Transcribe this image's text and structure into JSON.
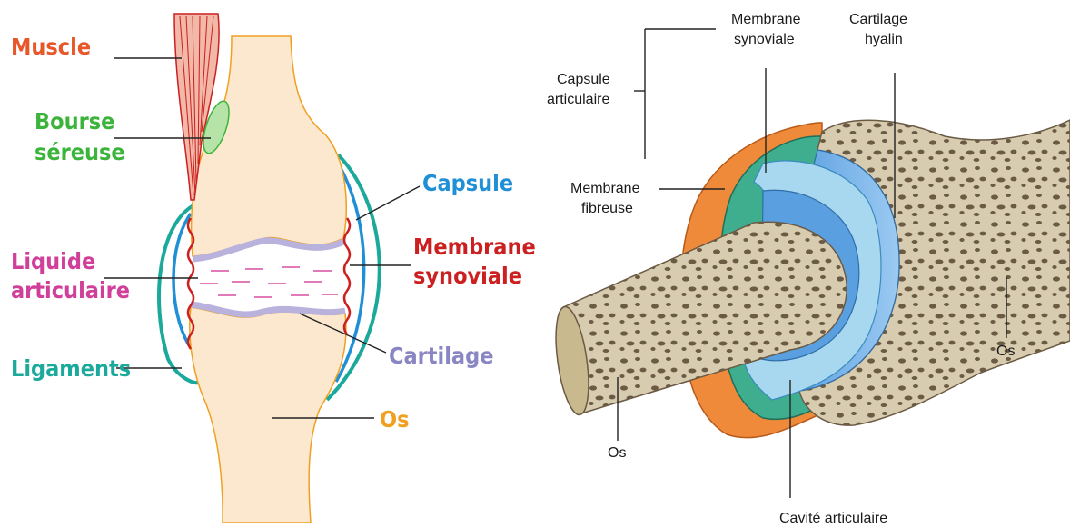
{
  "left_figure": {
    "labels": {
      "muscle": "Muscle",
      "bourse_line1": "Bourse",
      "bourse_line2": "séreuse",
      "capsule": "Capsule",
      "membrane_line1": "Membrane",
      "membrane_line2": "synoviale",
      "liquide_line1": "Liquide",
      "liquide_line2": "articulaire",
      "cartilage": "Cartilage",
      "ligaments": "Ligaments",
      "os": "Os"
    },
    "colors": {
      "muscle": "#e8572a",
      "bourse": "#3cb43c",
      "capsule": "#1f8fd6",
      "membrane": "#cc1f1f",
      "liquide": "#d0409a",
      "cartilage": "#8a86c4",
      "ligaments": "#1aa99a",
      "os": "#f0a020"
    }
  },
  "right_figure": {
    "labels": {
      "membrane_synoviale_line1": "Membrane",
      "membrane_synoviale_line2": "synoviale",
      "cartilage_hyalin_line1": "Cartilage",
      "cartilage_hyalin_line2": "hyalin",
      "capsule_articulaire_line1": "Capsule",
      "capsule_articulaire_line2": "articulaire",
      "membrane_fibreuse_line1": "Membrane",
      "membrane_fibreuse_line2": "fibreuse",
      "os_right": "Os",
      "os_bottom": "Os",
      "cavite_articulaire": "Cavité articulaire"
    }
  }
}
